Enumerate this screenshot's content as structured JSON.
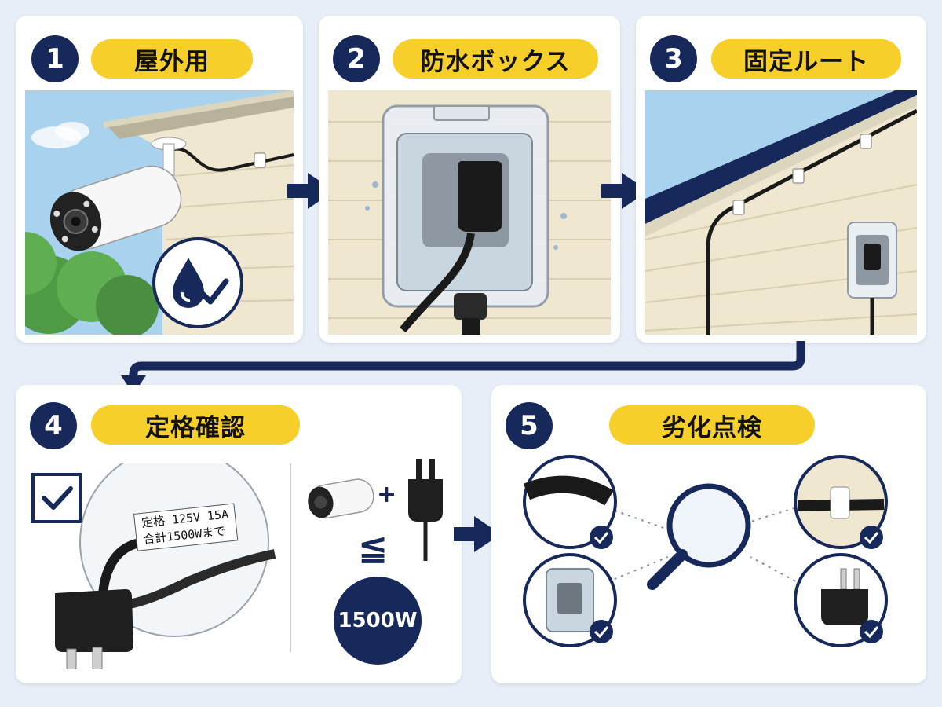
{
  "colors": {
    "navy": "#16295a",
    "yellow": "#f7cf2a",
    "background": "#e8eef7",
    "card": "#ffffff"
  },
  "steps": [
    {
      "number": "1",
      "title": "屋外用",
      "icons": [
        "camera-icon",
        "water-drop-check-icon"
      ]
    },
    {
      "number": "2",
      "title": "防水ボックス",
      "icons": [
        "waterproof-box-icon",
        "plug-icon"
      ]
    },
    {
      "number": "3",
      "title": "固定ルート",
      "icons": [
        "cable-clip-icon",
        "outlet-box-icon"
      ]
    },
    {
      "number": "4",
      "title": "定格確認",
      "label_line1": "定格 125V 15A",
      "label_line2": "合計1500Wまで",
      "leq_symbol": "≦",
      "plus_symbol": "+",
      "watt_limit": "1500W",
      "icons": [
        "checkbox-icon",
        "plug-icon",
        "camera-icon"
      ]
    },
    {
      "number": "5",
      "title": "劣化点検",
      "icons": [
        "magnifier-icon",
        "cable-icon",
        "clip-icon",
        "box-icon",
        "plug-icon"
      ]
    }
  ]
}
